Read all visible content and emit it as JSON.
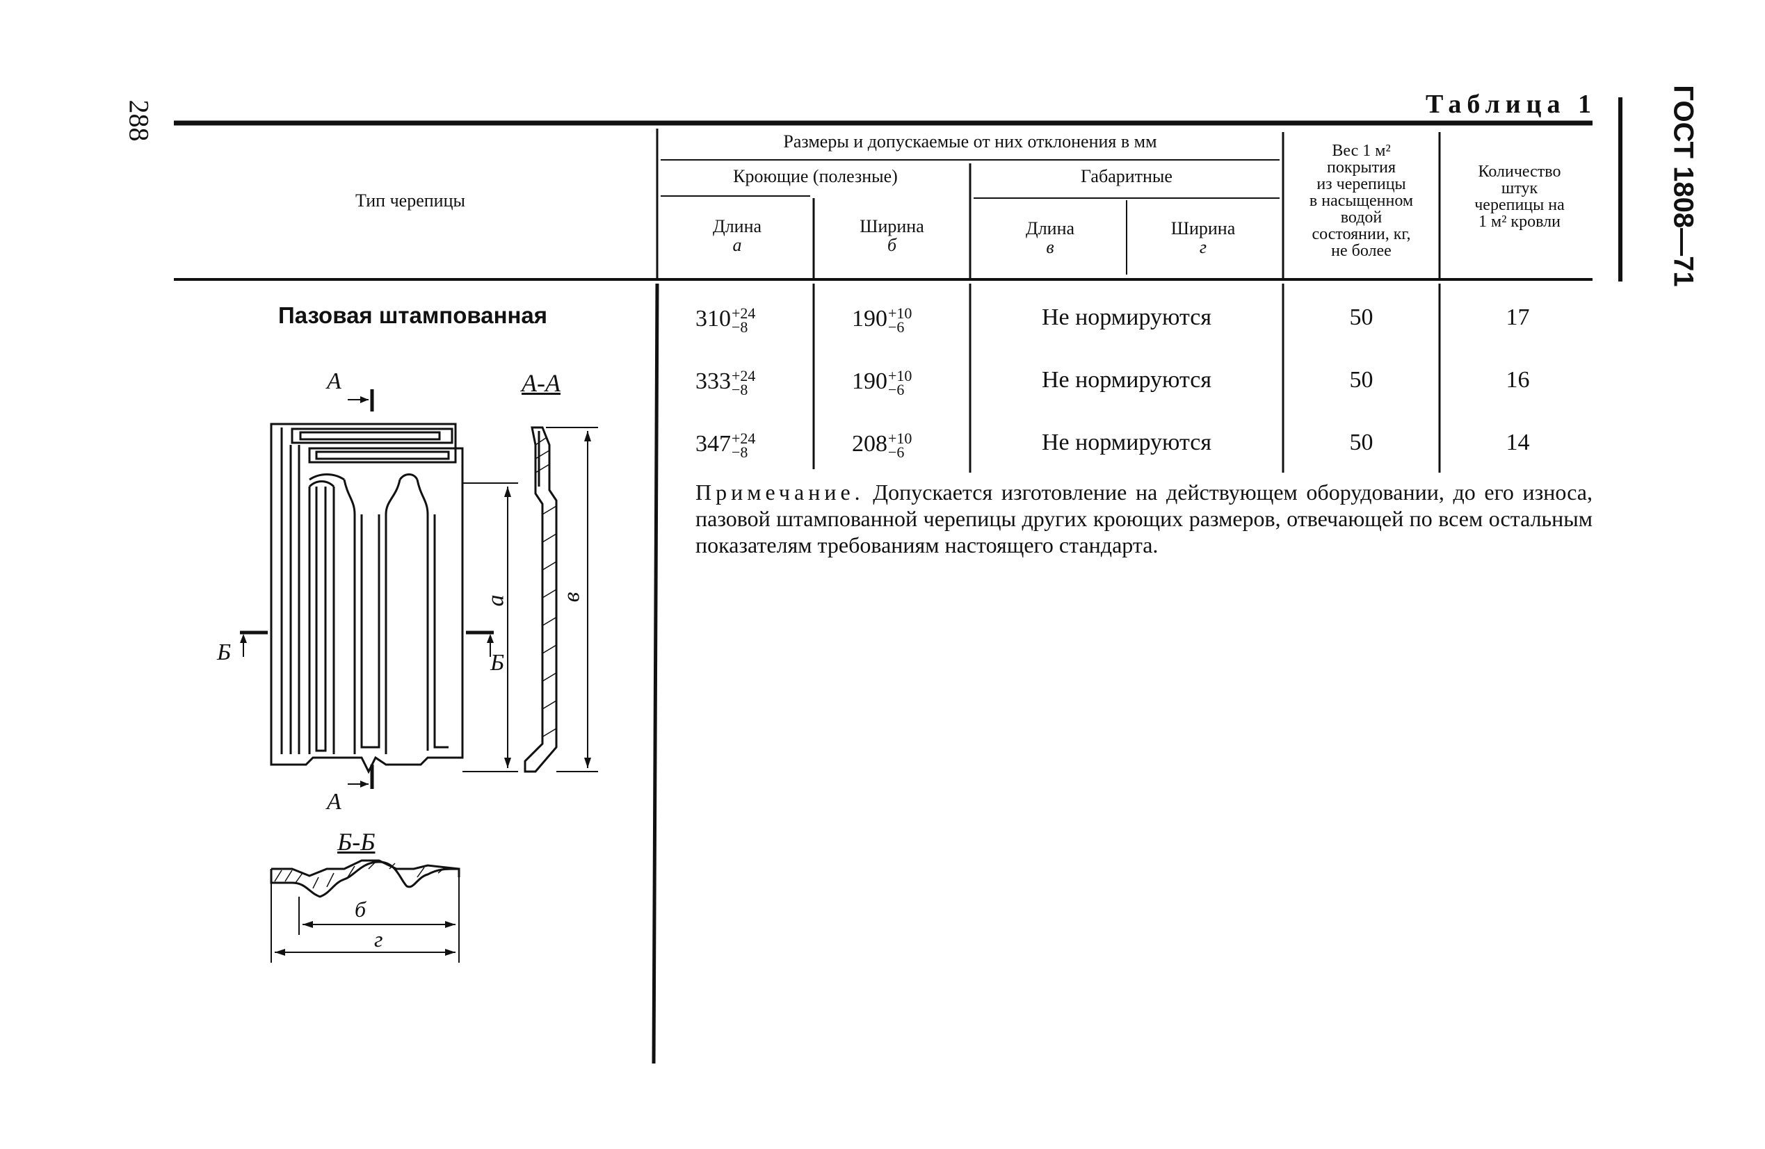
{
  "page_number": "288",
  "side_label": "ГОСТ 1808—71",
  "table_title": "Таблица 1",
  "headers": {
    "type": "Тип черепицы",
    "dimensions_group": "Размеры и допускаемые от них отклонения в мм",
    "covering_group": "Кроющие (полезные)",
    "overall_group": "Габаритные",
    "cov_length": "Длина",
    "cov_length_sym": "а",
    "cov_width": "Ширина",
    "cov_width_sym": "б",
    "ov_length": "Длина",
    "ov_length_sym": "в",
    "ov_width": "Ширина",
    "ov_width_sym": "г",
    "weight_lines": [
      "Вес 1 м²",
      "покрытия",
      "из черепицы",
      "в насыщенном",
      "водой",
      "состоянии, кг,",
      "не более"
    ],
    "count_lines": [
      "Количество",
      "штук",
      "черепицы на",
      "1 м² кровли"
    ]
  },
  "tile_type": "Пазовая штампованная",
  "rows": [
    {
      "cov_length": "310",
      "cov_length_up": "+24",
      "cov_length_lo": "−8",
      "cov_width": "190",
      "cov_width_up": "+10",
      "cov_width_lo": "−6",
      "overall": "Не нормируются",
      "weight": "50",
      "count": "17"
    },
    {
      "cov_length": "333",
      "cov_length_up": "+24",
      "cov_length_lo": "−8",
      "cov_width": "190",
      "cov_width_up": "+10",
      "cov_width_lo": "−6",
      "overall": "Не нормируются",
      "weight": "50",
      "count": "16"
    },
    {
      "cov_length": "347",
      "cov_length_up": "+24",
      "cov_length_lo": "−8",
      "cov_width": "208",
      "cov_width_up": "+10",
      "cov_width_lo": "−6",
      "overall": "Не нормируются",
      "weight": "50",
      "count": "14"
    }
  ],
  "note_label": "Примечание.",
  "note_text": "Допускается изготовление на действующем оборудовании, до его износа, пазовой штампованной черепицы других кроющих размеров, отвечающей по всем остальным показателям требованиям настоящего стандарта.",
  "drawing": {
    "section_aa": "А-А",
    "section_bb": "Б-Б",
    "mark_a": "А",
    "mark_b": "Б",
    "dim_a": "а",
    "dim_v": "в",
    "dim_b": "б",
    "dim_g": "г"
  }
}
